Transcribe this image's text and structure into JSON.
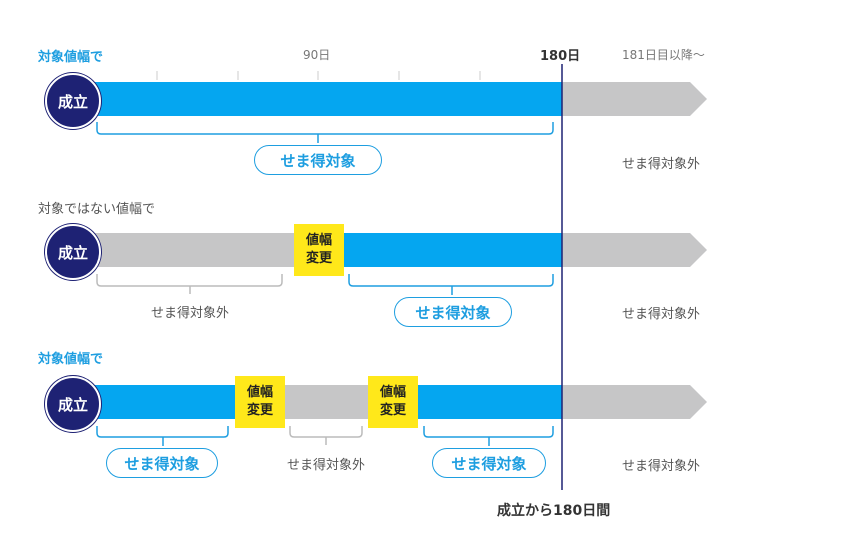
{
  "colors": {
    "blue": "#05a6f0",
    "gray": "#c6c6c7",
    "navy": "#1e2274",
    "yellow": "#ffe81a",
    "bracket_blue": "#1e9ee0",
    "bracket_gray": "#bbbbbb"
  },
  "axis": {
    "day90": "90日",
    "day180": "180日",
    "after": "181日目以降〜"
  },
  "deadline_label": "成立から180日間",
  "rows": [
    {
      "heading": "対象値幅で",
      "start": "成立",
      "badges": [],
      "pills": [
        "せま得対象"
      ],
      "grays": [],
      "after": "せま得対象外"
    },
    {
      "heading": "対象ではない値幅で",
      "start": "成立",
      "badges": [
        {
          "line1": "値幅",
          "line2": "変更"
        }
      ],
      "pills": [
        "せま得対象"
      ],
      "grays": [
        "せま得対象外"
      ],
      "after": "せま得対象外"
    },
    {
      "heading": "対象値幅で",
      "start": "成立",
      "badges": [
        {
          "line1": "値幅",
          "line2": "変更"
        },
        {
          "line1": "値幅",
          "line2": "変更"
        }
      ],
      "pills": [
        "せま得対象",
        "せま得対象"
      ],
      "grays": [
        "せま得対象外"
      ],
      "after": "せま得対象外"
    }
  ]
}
